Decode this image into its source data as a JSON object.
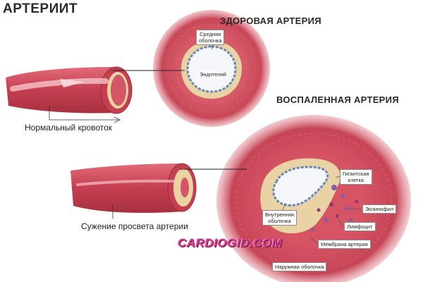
{
  "title": "АРТЕРИИТ",
  "healthy": {
    "heading": "ЗДОРОВАЯ АРТЕРИЯ",
    "labels": {
      "medial": "Средняя\nоболочка",
      "endothelium": "Эндотелий"
    }
  },
  "inflamed": {
    "heading": "ВОСПАЛЕННАЯ АРТЕРИЯ",
    "labels": {
      "giant_cell": "Гигантская\nклетка",
      "intima": "Внутренняя\nоболочка",
      "eosinophil": "Эозинофил",
      "lymphocyte": "Лимфоцит",
      "membrane": "Мембрана артерии",
      "adventitia": "Наружная оболочка"
    }
  },
  "captions": {
    "normal_flow": "Нормальный кровоток",
    "narrowing": "Сужение просвета артерии"
  },
  "watermark": "CARDIOGID.COM",
  "colors": {
    "wall": "#c84a5a",
    "wall_light": "#e07a86",
    "lumen": "#f4f6fa",
    "intima": "#e9d3a4",
    "endothelium": "#6b86b8",
    "cell": "#8a5aa0"
  }
}
